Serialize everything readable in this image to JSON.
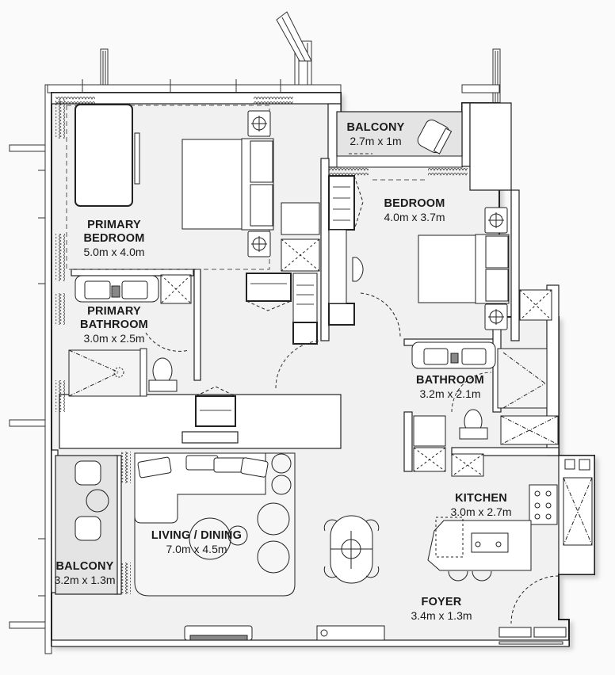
{
  "plan": {
    "colors": {
      "background": "#fafafa",
      "floor": "#f1f1f1",
      "balcony_floor": "#e4e4e4",
      "wall": "#222222",
      "wall_fill": "#ffffff",
      "shadow": "#c8c8c8"
    },
    "rooms": [
      {
        "id": "primary-bedroom",
        "name_lines": [
          "PRIMARY",
          "BEDROOM"
        ],
        "dimensions": "5.0m x 4.0m"
      },
      {
        "id": "primary-bathroom",
        "name_lines": [
          "PRIMARY",
          "BATHROOM"
        ],
        "dimensions": "3.0m x 2.5m"
      },
      {
        "id": "balcony-top",
        "name_lines": [
          "BALCONY"
        ],
        "dimensions": "2.7m x 1m"
      },
      {
        "id": "bedroom",
        "name_lines": [
          "BEDROOM"
        ],
        "dimensions": "4.0m x 3.7m"
      },
      {
        "id": "bathroom",
        "name_lines": [
          "BATHROOM"
        ],
        "dimensions": "3.2m x 2.1m"
      },
      {
        "id": "kitchen",
        "name_lines": [
          "KITCHEN"
        ],
        "dimensions": "3.0m x 2.7m"
      },
      {
        "id": "living-dining",
        "name_lines": [
          "LIVING / DINING"
        ],
        "dimensions": "7.0m x 4.5m"
      },
      {
        "id": "balcony-left",
        "name_lines": [
          "BALCONY"
        ],
        "dimensions": "3.2m x 1.3m"
      },
      {
        "id": "foyer",
        "name_lines": [
          "FOYER"
        ],
        "dimensions": "3.4m x 1.3m"
      }
    ]
  }
}
